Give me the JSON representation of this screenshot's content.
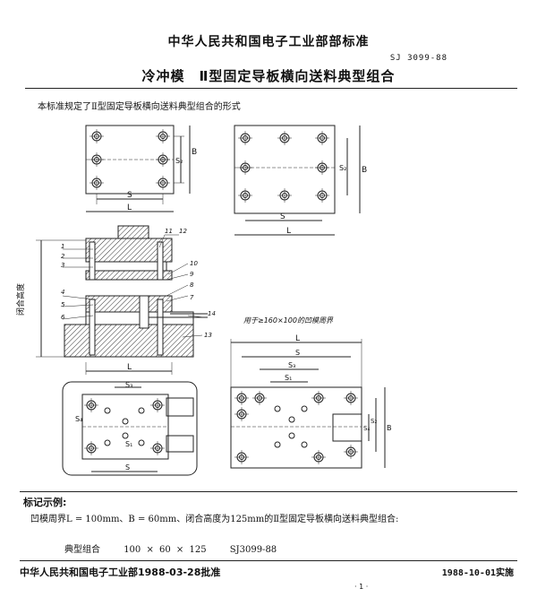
{
  "header": {
    "standard_name": "中华人民共和国电子工业部部标准",
    "code": "SJ 3099-88",
    "title": "冷冲模　Ⅱ型固定导板横向送料典型组合"
  },
  "intro": "本标准规定了Ⅱ型固定导板横向送料典型组合的形式",
  "figure": {
    "dim_S": "S",
    "dim_L": "L",
    "dim_B": "B",
    "dim_S1": "S₁",
    "dim_S2": "S₂",
    "dim_S3": "S₃",
    "dim_S4": "S₄",
    "closed_height_label": "闭合高度",
    "note_160": "用于≥160×100的凹模周界",
    "part_numbers": [
      "1",
      "2",
      "3",
      "4",
      "5",
      "6",
      "7",
      "8",
      "9",
      "10",
      "11",
      "12",
      "13",
      "14"
    ]
  },
  "example": {
    "section_title": "标记示例:",
    "text": "凹模周界L = 100mm、B = 60mm、闭合高度为125mm的Ⅱ型固定导板横向送料典型组合:",
    "combo_name": "典型组合",
    "combo_dims": "100 × 60 × 125",
    "combo_code": "SJ3099-88"
  },
  "footer": {
    "approved": "中华人民共和国电子工业部1988-03-28批准",
    "effective": "1988-10-01实施",
    "page": "· 1 ·"
  }
}
